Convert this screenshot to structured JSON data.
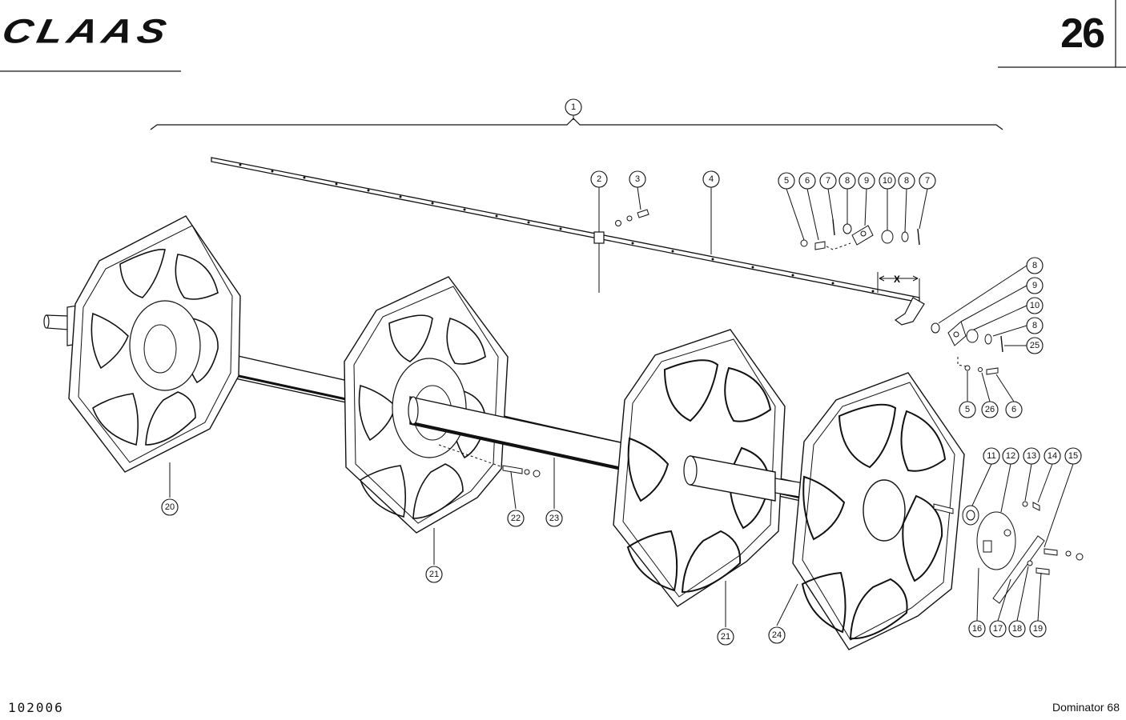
{
  "header": {
    "brand": "CLAAS",
    "page_number": "26"
  },
  "footer": {
    "document_id": "102006",
    "model": "Dominator 68"
  },
  "dimension_label": "X",
  "callouts": [
    {
      "id": "c1",
      "label": "1"
    },
    {
      "id": "c2",
      "label": "2"
    },
    {
      "id": "c3",
      "label": "3"
    },
    {
      "id": "c4",
      "label": "4"
    },
    {
      "id": "c5a",
      "label": "5"
    },
    {
      "id": "c6a",
      "label": "6"
    },
    {
      "id": "c7a",
      "label": "7"
    },
    {
      "id": "c8a",
      "label": "8"
    },
    {
      "id": "c9a",
      "label": "9"
    },
    {
      "id": "c10a",
      "label": "10"
    },
    {
      "id": "c8b",
      "label": "8"
    },
    {
      "id": "c7b",
      "label": "7"
    },
    {
      "id": "c8c",
      "label": "8"
    },
    {
      "id": "c9b",
      "label": "9"
    },
    {
      "id": "c10b",
      "label": "10"
    },
    {
      "id": "c8d",
      "label": "8"
    },
    {
      "id": "c25",
      "label": "25"
    },
    {
      "id": "c5b",
      "label": "5"
    },
    {
      "id": "c26",
      "label": "26"
    },
    {
      "id": "c6b",
      "label": "6"
    },
    {
      "id": "c11",
      "label": "11"
    },
    {
      "id": "c12",
      "label": "12"
    },
    {
      "id": "c13",
      "label": "13"
    },
    {
      "id": "c14",
      "label": "14"
    },
    {
      "id": "c15",
      "label": "15"
    },
    {
      "id": "c16",
      "label": "16"
    },
    {
      "id": "c17",
      "label": "17"
    },
    {
      "id": "c18",
      "label": "18"
    },
    {
      "id": "c19",
      "label": "19"
    },
    {
      "id": "c20",
      "label": "20"
    },
    {
      "id": "c21a",
      "label": "21"
    },
    {
      "id": "c22",
      "label": "22"
    },
    {
      "id": "c23",
      "label": "23"
    },
    {
      "id": "c21b",
      "label": "21"
    },
    {
      "id": "c24",
      "label": "24"
    }
  ]
}
